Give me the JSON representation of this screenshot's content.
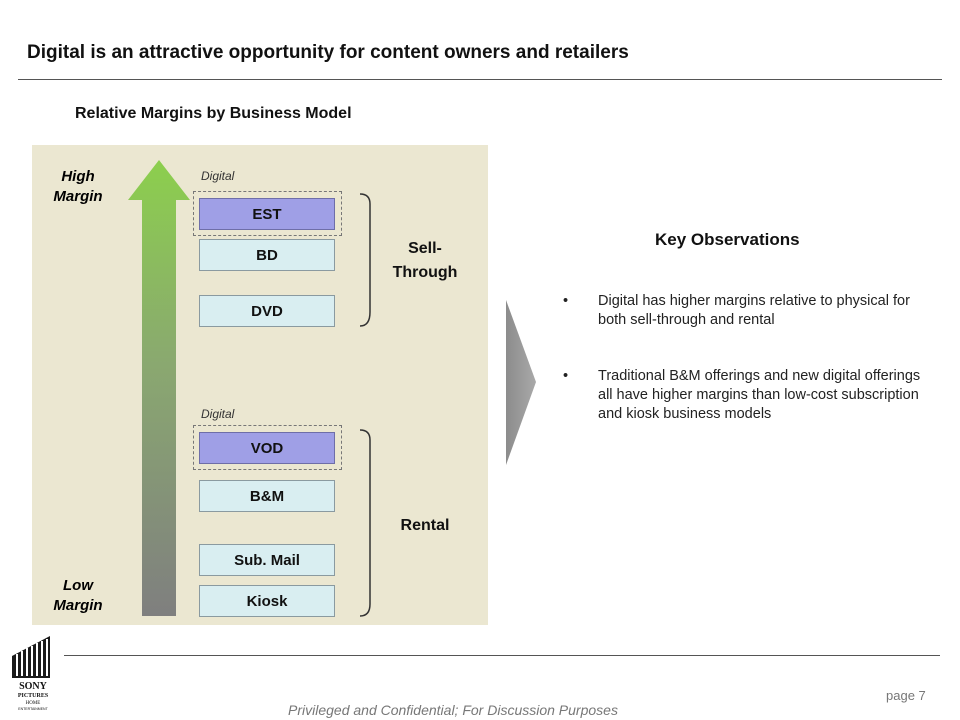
{
  "header": {
    "title": "Digital is an attractive opportunity for content owners and retailers"
  },
  "chart": {
    "title": "Relative Margins by Business Model",
    "axis_high": "High Margin",
    "axis_low": "Low Margin",
    "digital_tag": "Digital",
    "groups": {
      "sell_through": "Sell- Through",
      "rental": "Rental"
    },
    "bars": {
      "est": "EST",
      "bd": "BD",
      "dvd": "DVD",
      "vod": "VOD",
      "bm": "B&M",
      "sub_mail": "Sub. Mail",
      "kiosk": "Kiosk"
    },
    "colors": {
      "digital": "#9f9fe6",
      "physical": "#d9eef1",
      "panel": "#ebe7d1",
      "arrow_top": "#8ccf4d",
      "arrow_bottom": "#7f7f7f"
    }
  },
  "observations": {
    "title": "Key Observations",
    "items": [
      "Digital has higher margins relative to physical for both sell-through and rental",
      "Traditional B&M offerings and new digital offerings all have higher margins than low-cost subscription and kiosk business models"
    ]
  },
  "footer": {
    "page": "page 7",
    "note": "Privileged and Confidential; For Discussion Purposes",
    "logo_text": "SONY PICTURES HOME ENTERTAINMENT"
  }
}
